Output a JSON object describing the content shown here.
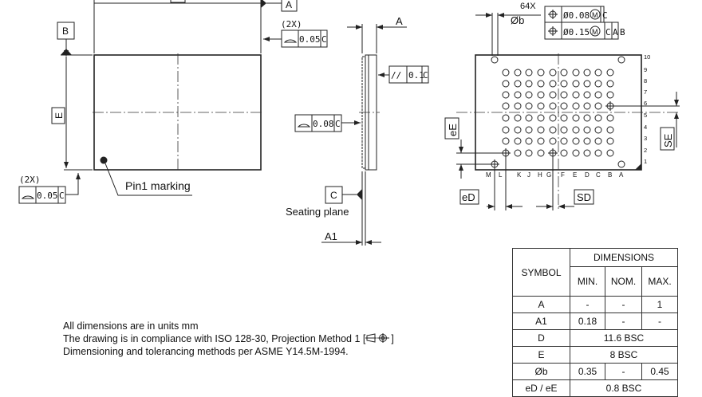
{
  "top_view": {
    "datum_a": "A",
    "datum_b": "B",
    "dim_e": "E",
    "fcf_count": "(2X)",
    "fcf_tolerance": "0.05",
    "fcf_datum": "C",
    "pin1_label": "Pin1 marking"
  },
  "side_view": {
    "dim_a": "A",
    "dim_a1": "A1",
    "parallelism_tolerance": "0.1",
    "parallelism_symbol": "//",
    "flatness_tolerance": "0.08",
    "datum_c": "C",
    "seating_plane": "Seating plane"
  },
  "bottom_view": {
    "count_label": "64X",
    "ball_dia_label": "Øb",
    "fcf_rows": [
      {
        "tolerance": "Ø0.08",
        "modifier": "M",
        "datums": [
          "C"
        ]
      },
      {
        "tolerance": "Ø0.15",
        "modifier": "M",
        "datums": [
          "C",
          "A",
          "B"
        ]
      }
    ],
    "column_labels": [
      "M",
      "L",
      "K",
      "J",
      "H",
      "G",
      "F",
      "E",
      "D",
      "C",
      "B",
      "A"
    ],
    "row_labels": [
      "10",
      "9",
      "8",
      "7",
      "6",
      "5",
      "4",
      "3",
      "2",
      "1"
    ],
    "dim_ed": "eD",
    "dim_ee": "eE",
    "dim_sd": "SD",
    "dim_se": "SE"
  },
  "notes": [
    "All dimensions are in units mm",
    "The drawing is in compliance with ISO 128-30, Projection Method 1 [",
    "]",
    "Dimensioning and tolerancing methods per ASME Y14.5M-1994."
  ],
  "table": {
    "symbol_header": "SYMBOL",
    "dimensions_header": "DIMENSIONS",
    "sub_headers": [
      "MIN.",
      "NOM.",
      "MAX."
    ],
    "rows": [
      {
        "symbol": "A",
        "min": "-",
        "nom": "-",
        "max": "1"
      },
      {
        "symbol": "A1",
        "min": "0.18",
        "nom": "-",
        "max": "-"
      },
      {
        "symbol": "D",
        "span": "11.6 BSC"
      },
      {
        "symbol": "E",
        "span": "8 BSC"
      },
      {
        "symbol": "Øb",
        "min": "0.35",
        "nom": "-",
        "max": "0.45"
      },
      {
        "symbol": "eD / eE",
        "span": "0.8 BSC"
      }
    ]
  }
}
